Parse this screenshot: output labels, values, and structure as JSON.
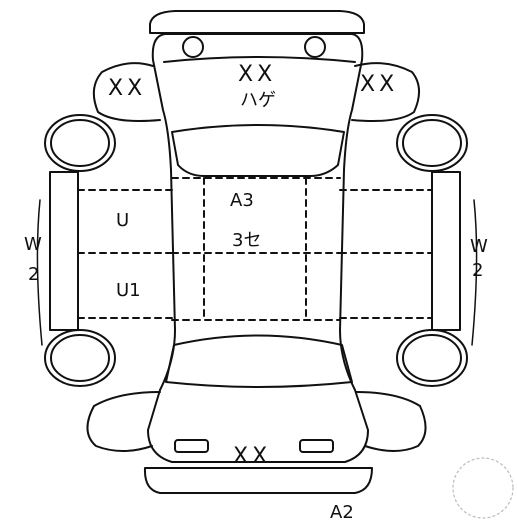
{
  "sheet": {
    "title": "",
    "marks": {
      "hood": [
        "XX",
        "ハゲ"
      ],
      "front_left_fender": "XX",
      "front_right_fender": "XX",
      "roof": [
        "A3",
        "3セ"
      ],
      "left_front_door": "U",
      "left_rear_door": "U1",
      "left_sill": [
        "W",
        "2"
      ],
      "right_sill": [
        "W",
        "2"
      ],
      "trunk": "XX",
      "rear_bumper": "A2"
    },
    "colors": {
      "ink": "#111111",
      "paper": "#ffffff",
      "stamp": "#bbbbbb"
    }
  }
}
